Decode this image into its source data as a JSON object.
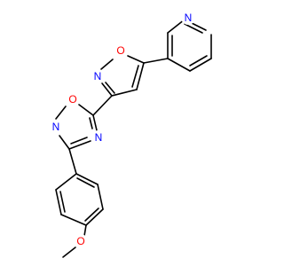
{
  "molecule": {
    "atoms": [
      {
        "id": "N_pyr",
        "label": "N",
        "color": "#0000ff"
      },
      {
        "id": "O_isox",
        "label": "O",
        "color": "#ff0000"
      },
      {
        "id": "N_isox",
        "label": "N",
        "color": "#0000ff"
      },
      {
        "id": "O_oxad",
        "label": "O",
        "color": "#ff0000"
      },
      {
        "id": "N_oxad_left",
        "label": "N",
        "color": "#0000ff"
      },
      {
        "id": "N_oxad_right",
        "label": "N",
        "color": "#0000ff"
      },
      {
        "id": "O_methoxy",
        "label": "O",
        "color": "#ff0000"
      }
    ],
    "bond_color": "#000000"
  }
}
